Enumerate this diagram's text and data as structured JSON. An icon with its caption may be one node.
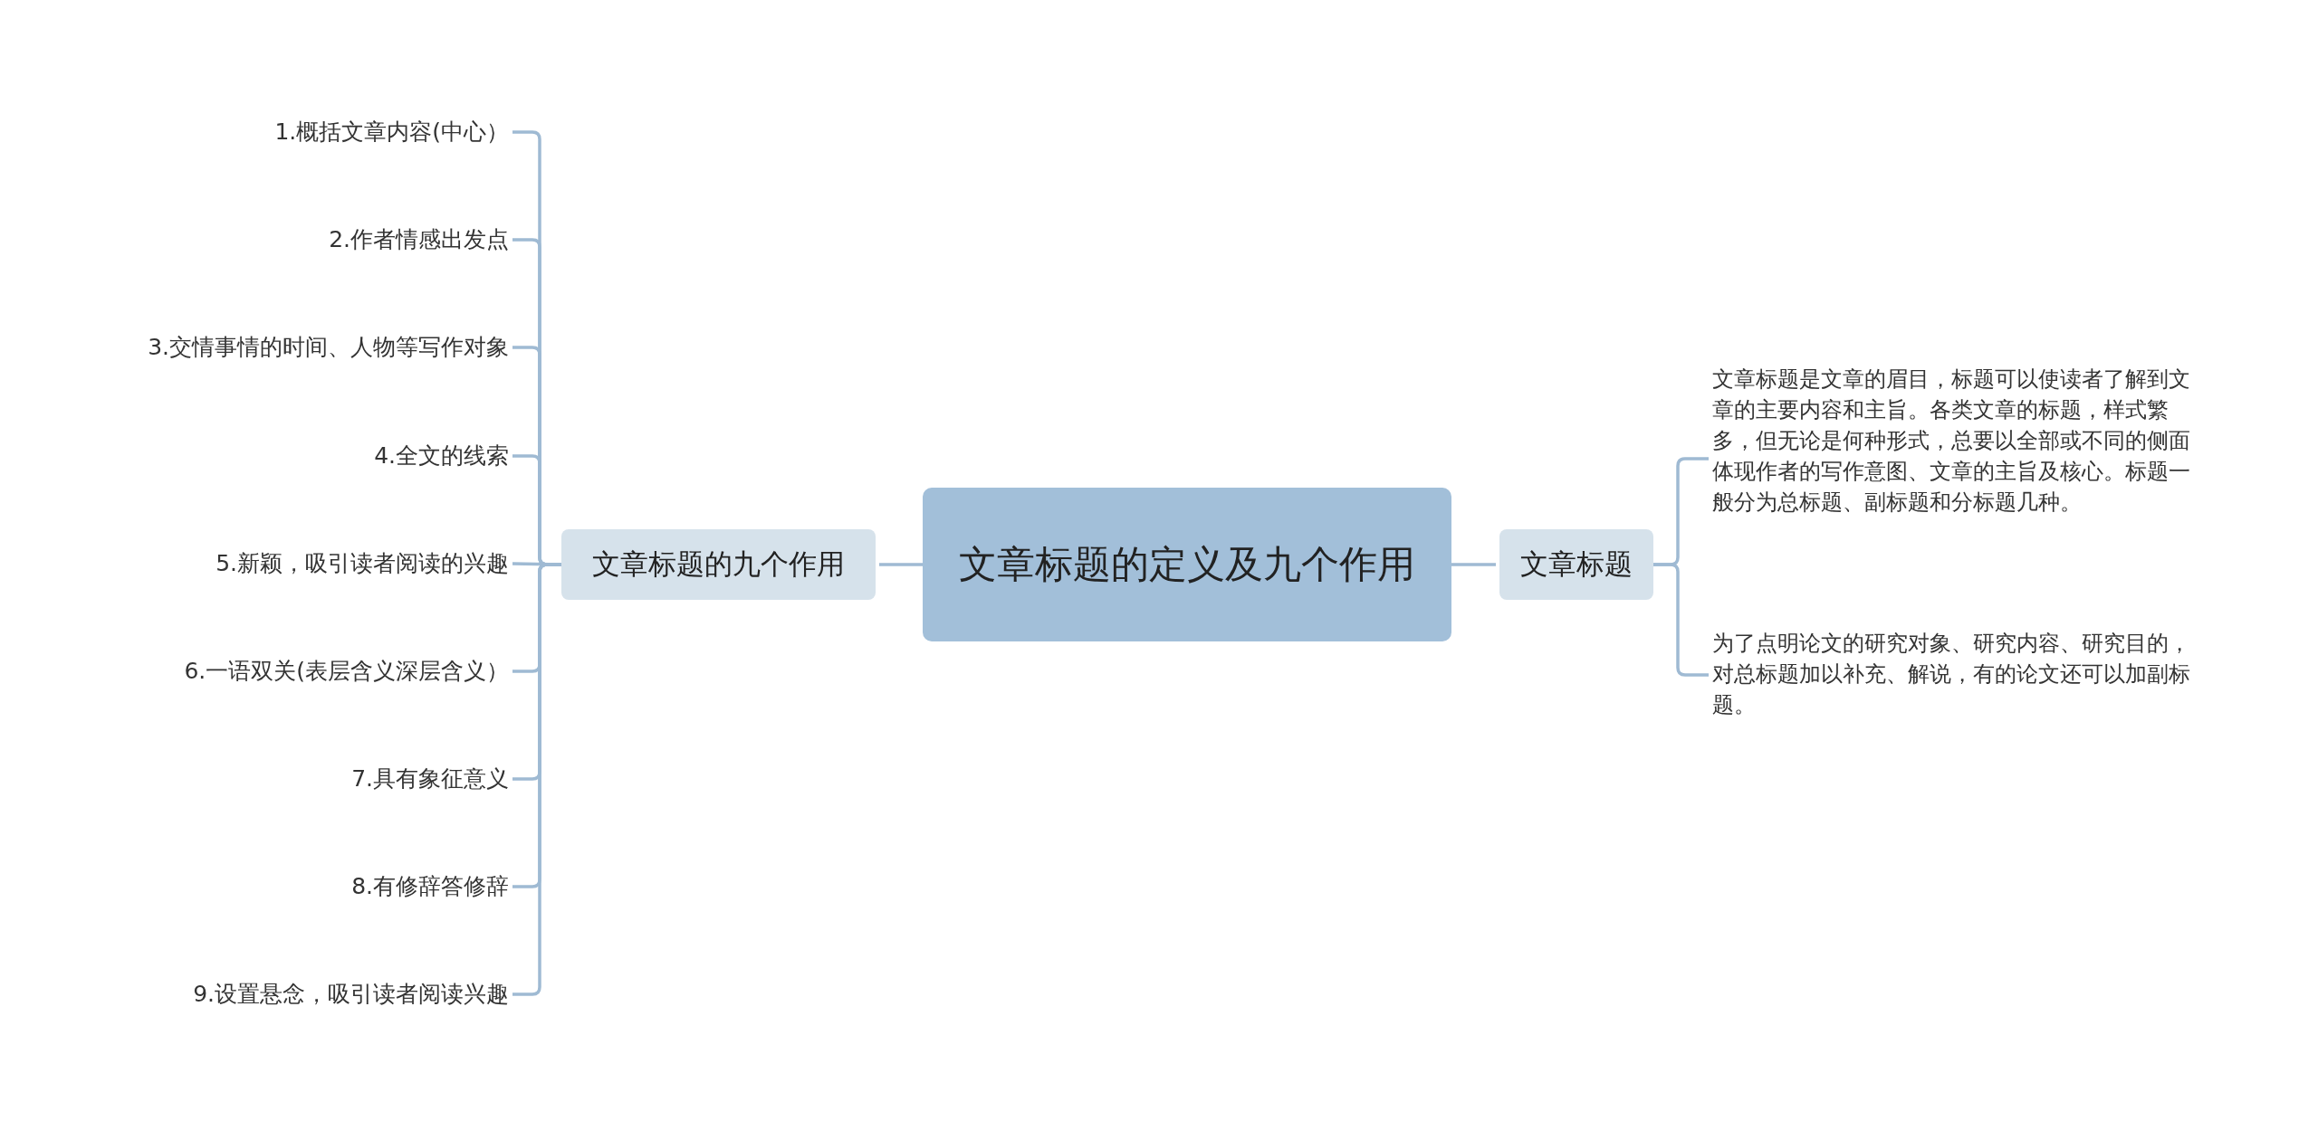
{
  "diagram": {
    "nodes": [
      {
        "text": [
          "文章标题的定义及九个作用"
        ]
      },
      {
        "text": [
          "文章标题的九个作用"
        ]
      },
      {
        "text": [
          "1.概括文章内容(中心）"
        ]
      },
      {
        "text": [
          "2.作者情感出发点"
        ]
      },
      {
        "text": [
          "3.交情事情的时间、人物等写作对象"
        ]
      },
      {
        "text": [
          "4.全文的线索"
        ]
      },
      {
        "text": [
          "5.新颖，吸引读者阅读的兴趣"
        ]
      },
      {
        "text": [
          "6.一语双关(表层含义深层含义）"
        ]
      },
      {
        "text": [
          "7.具有象征意义"
        ]
      },
      {
        "text": [
          "8.有修辞答修辞"
        ]
      },
      {
        "text": [
          "9.设置悬念，吸引读者阅读兴趣"
        ]
      },
      {
        "text": [
          "文章标题"
        ]
      },
      {
        "text": [
          "文章标题是文章的眉目，标题可以使读者了解到文章的主要内容和主旨。各类文章的标题，样式繁多，但无论是何种形式，总要以全部或不同的侧面体现作者的写作意图、文章的主旨及核心。标题一般分为总标题、副标题和分标题几种。"
        ]
      },
      {
        "text": [
          "为了点明论文的研究对象、研究内容、研究目的，对总标题加以补充、解说，有的论文还可以加副标题。"
        ]
      }
    ],
    "edges": [
      {
        "from": 0,
        "to": 1,
        "arrow": "none"
      },
      {
        "from": 1,
        "to": 2,
        "arrow": "none"
      },
      {
        "from": 1,
        "to": 3,
        "arrow": "none"
      },
      {
        "from": 1,
        "to": 4,
        "arrow": "none"
      },
      {
        "from": 1,
        "to": 5,
        "arrow": "none"
      },
      {
        "from": 1,
        "to": 6,
        "arrow": "none"
      },
      {
        "from": 1,
        "to": 7,
        "arrow": "none"
      },
      {
        "from": 1,
        "to": 8,
        "arrow": "none"
      },
      {
        "from": 1,
        "to": 9,
        "arrow": "none"
      },
      {
        "from": 1,
        "to": 10,
        "arrow": "none"
      },
      {
        "from": 0,
        "to": 11,
        "arrow": "none"
      },
      {
        "from": 11,
        "to": 12,
        "arrow": "none"
      },
      {
        "from": 11,
        "to": 13,
        "arrow": "none"
      }
    ]
  }
}
